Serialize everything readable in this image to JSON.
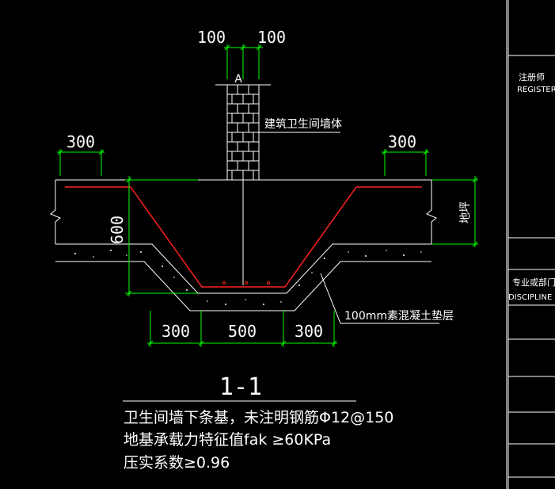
{
  "colors": {
    "background": "#000000",
    "dimension": "#00ff00",
    "rebar": "#ff0000",
    "outline": "#ffffff"
  },
  "dimensions": {
    "wall_left": "100",
    "wall_right": "100",
    "top_left_offset": "300",
    "top_right_offset": "300",
    "depth": "600",
    "bottom_left": "300",
    "bottom_middle": "500",
    "bottom_right": "300",
    "elevation_mark": "地坪"
  },
  "labels": {
    "wall_label": "建筑卫生间墙体",
    "concrete_label": "100mm素混凝土垫层",
    "wall_top_mark": "A"
  },
  "section": {
    "title": "1-1"
  },
  "notes": [
    "卫生间墙下条基，未注明钢筋Φ12@150",
    "地基承载力特征值fak ≥60KPa",
    "压实系数≥0.96"
  ],
  "title_block": {
    "registered_cn": "注册师",
    "registered_en": "REGISTERED",
    "discipline_cn": "专业或部门",
    "discipline_en": "DISCIPLINE OR"
  }
}
